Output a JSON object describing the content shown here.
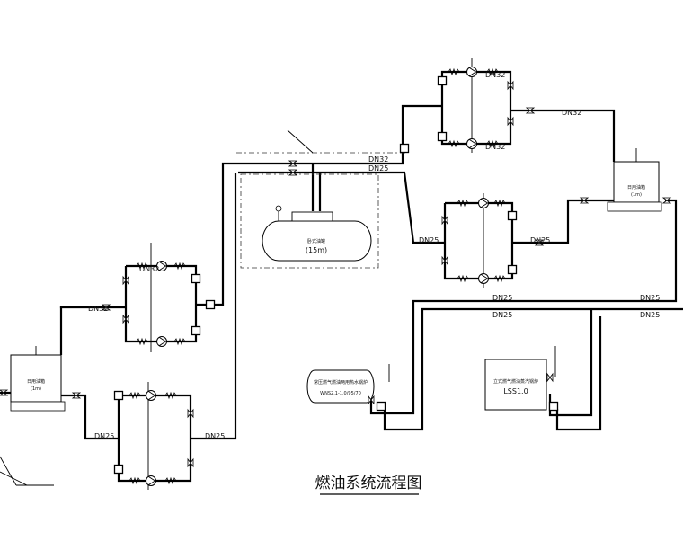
{
  "title": "燃油系统流程图",
  "pipe_labels": {
    "dn32": "DN32",
    "dn25": "DN25"
  },
  "tanks": {
    "underground": {
      "name": "卧式油罐",
      "volume": "(15m)"
    },
    "day_tank_left": {
      "name": "日用油箱",
      "volume": "(1m)"
    },
    "day_tank_right": {
      "name": "日用油箱",
      "volume": "(1m)"
    }
  },
  "boilers": {
    "left": {
      "name": "常压燃气燃油两用热水锅炉",
      "model": "WNS2.1-1.0/95/70"
    },
    "right": {
      "name": "立式燃气燃油蒸汽锅炉",
      "model": "LSS1.0"
    }
  }
}
